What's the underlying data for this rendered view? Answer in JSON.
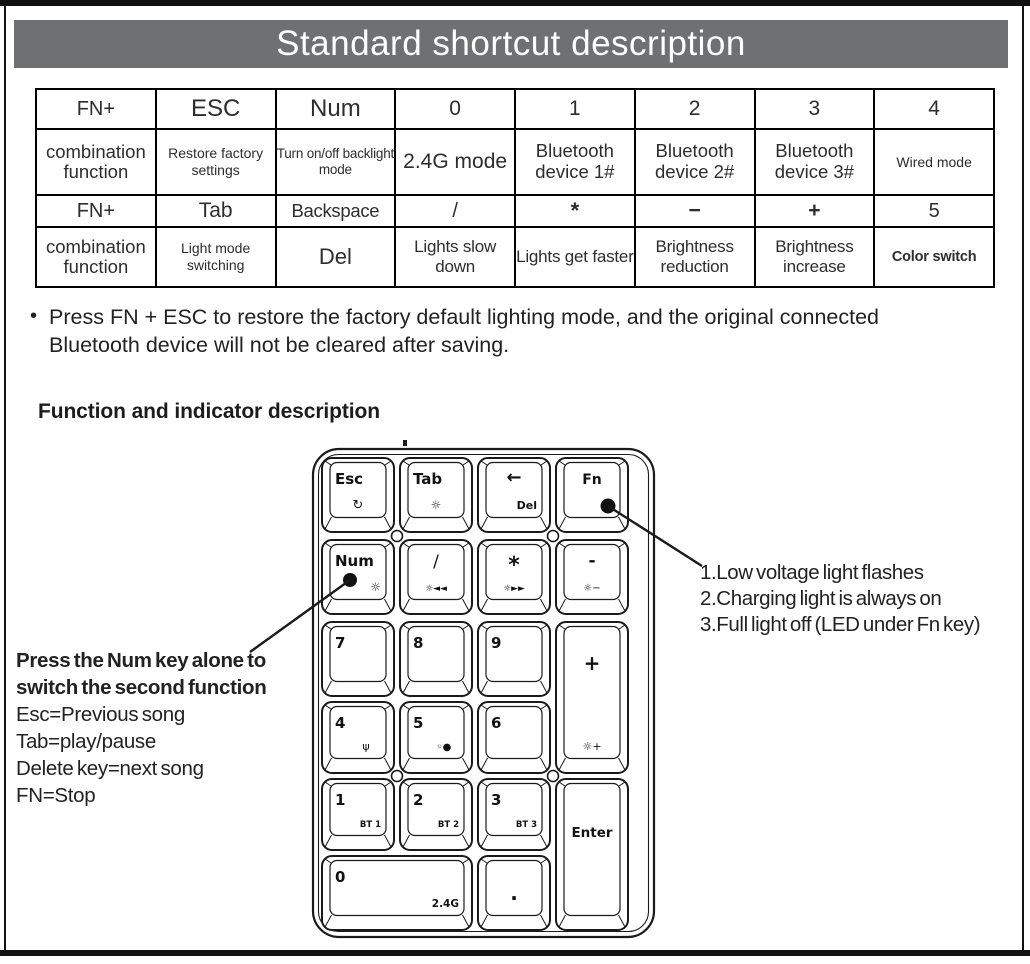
{
  "colors": {
    "banner_bg": "#6e7072",
    "banner_text": "#ffffff",
    "frame": "#111111",
    "line": "#1a1a1a",
    "text": "#2d2d2d"
  },
  "banner": {
    "title": "Standard shortcut description"
  },
  "table": {
    "rows": [
      [
        "FN+",
        "ESC",
        "Num",
        "0",
        "1",
        "2",
        "3",
        "4"
      ],
      [
        "combination function",
        "Restore factory settings",
        "Turn on/off backlight mode",
        "2.4G mode",
        "Bluetooth device 1#",
        "Bluetooth device 2#",
        "Bluetooth device 3#",
        "Wired mode"
      ],
      [
        "FN+",
        "Tab",
        "Backspace",
        "/",
        "*",
        "−",
        "+",
        "5"
      ],
      [
        "combination function",
        "Light mode switching",
        "Del",
        "Lights slow down",
        "Lights get faster",
        "Brightness reduction",
        "Brightness increase",
        "Color switch"
      ]
    ]
  },
  "bullet_note": {
    "bullet": "•",
    "text": "Press FN + ESC to restore the factory default lighting mode, and the original connected Bluetooth device will not be cleared after saving."
  },
  "section_heading": "Function and indicator description",
  "left_note": {
    "title": "Press the Num key alone to switch the second function",
    "lines": [
      "Esc=Previous song",
      "Tab=play/pause",
      "Delete key=next song",
      "FN=Stop"
    ]
  },
  "right_note": {
    "lines": [
      "1.Low voltage light flashes",
      "2.Charging light is always on",
      "3.Full light off (LED under Fn key)"
    ]
  },
  "keypad": {
    "keys": [
      {
        "id": "esc",
        "label": "Esc",
        "sub": "↻",
        "sub_icon": "reset-previous-song-icon"
      },
      {
        "id": "tab",
        "label": "Tab",
        "sub": "☼",
        "sub_icon": "backlight-mode-icon"
      },
      {
        "id": "backspace",
        "label": "←",
        "sub": "Del",
        "label_icon": "backspace-arrow-icon"
      },
      {
        "id": "fn",
        "label": "Fn",
        "led": true,
        "led_icon": "fn-led-dot"
      },
      {
        "id": "num",
        "label": "Num",
        "sub": "☼",
        "dot": true,
        "sub_icon": "backlight-icon"
      },
      {
        "id": "slash",
        "label": "/",
        "sub": "☼◄◄",
        "sub_icon": "lights-slower-icon"
      },
      {
        "id": "star",
        "label": "*",
        "sub": "☼►►",
        "sub_icon": "lights-faster-icon"
      },
      {
        "id": "minus",
        "label": "-",
        "sub": "☼−",
        "sub_icon": "brightness-down-icon"
      },
      {
        "id": "k7",
        "label": "7"
      },
      {
        "id": "k8",
        "label": "8"
      },
      {
        "id": "k9",
        "label": "9"
      },
      {
        "id": "plus",
        "label": "+",
        "sub": "☼+",
        "sub_icon": "brightness-up-icon"
      },
      {
        "id": "k4",
        "label": "4",
        "sub": "ψ",
        "sub_icon": "usb-wired-icon"
      },
      {
        "id": "k5",
        "label": "5",
        "sub": "◦●",
        "sub_icon": "color-switch-icon"
      },
      {
        "id": "k6",
        "label": "6"
      },
      {
        "id": "k1",
        "label": "1",
        "sub": "BT 1"
      },
      {
        "id": "k2",
        "label": "2",
        "sub": "BT 2"
      },
      {
        "id": "k3",
        "label": "3",
        "sub": "BT 3"
      },
      {
        "id": "enter",
        "label": "Enter"
      },
      {
        "id": "k0",
        "label": "0",
        "sub": "2.4G"
      },
      {
        "id": "dot",
        "label": "."
      }
    ]
  }
}
